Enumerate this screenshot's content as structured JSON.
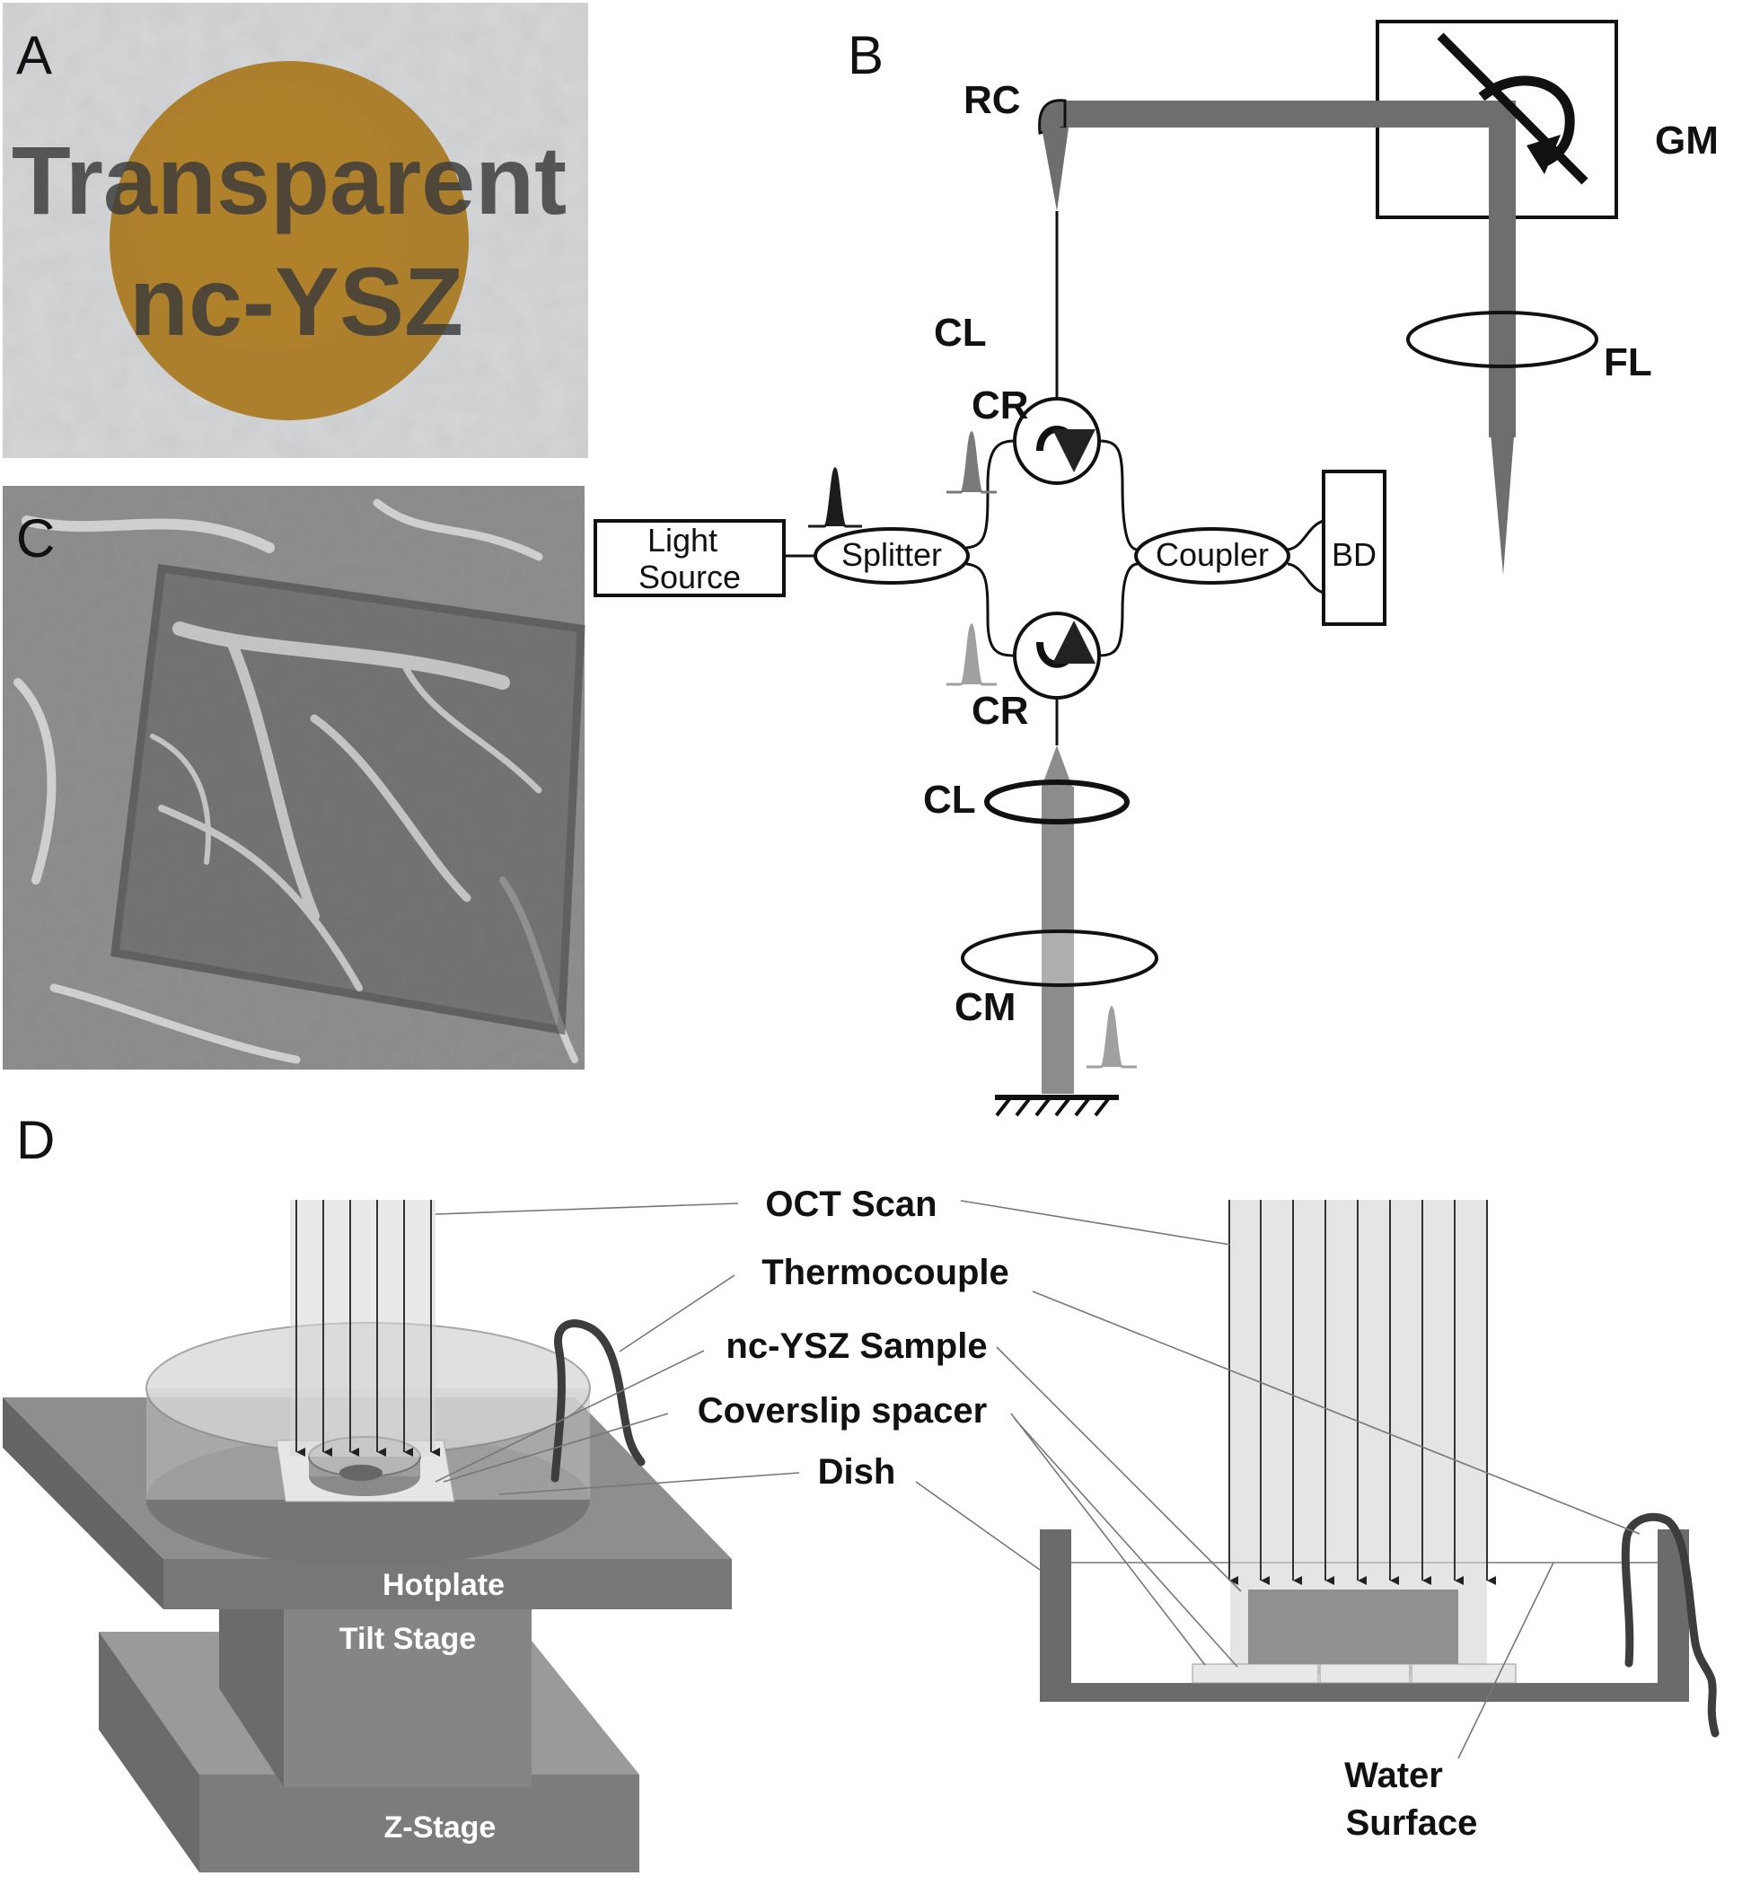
{
  "panels": {
    "a": "A",
    "b": "B",
    "c": "C",
    "d": "D"
  },
  "panel_a": {
    "line1": "Transparent",
    "line2": "nc-YSZ"
  },
  "panel_b": {
    "rc": "RC",
    "gm": "GM",
    "cl_top": "CL",
    "fl": "FL",
    "cr_top": "CR",
    "light_source_line1": "Light",
    "light_source_line2": "Source",
    "splitter": "Splitter",
    "coupler": "Coupler",
    "bd": "BD",
    "cr_bottom": "CR",
    "cl_bottom": "CL",
    "cm": "CM"
  },
  "panel_d": {
    "oct_scan": "OCT Scan",
    "thermocouple": "Thermocouple",
    "sample": "nc-YSZ Sample",
    "spacer": "Coverslip spacer",
    "dish": "Dish",
    "hotplate": "Hotplate",
    "tilt_stage": "Tilt Stage",
    "z_stage": "Z-Stage",
    "water_line1": "Water",
    "water_line2": "Surface"
  },
  "colors": {
    "amber_disc": "#a97920",
    "beam": "#6e6e6e",
    "stage_dark": "#6b6b6b",
    "stage_mid": "#858585",
    "stage_light": "#9a9a9a"
  }
}
